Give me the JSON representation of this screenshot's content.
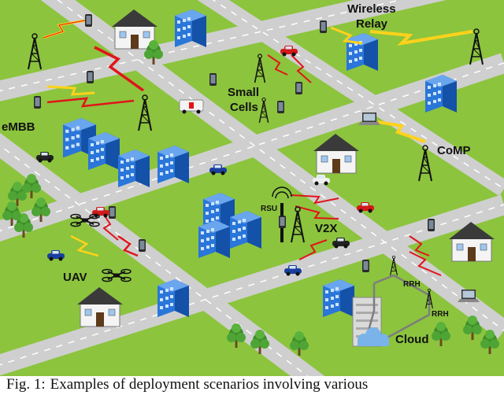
{
  "labels": {
    "embb": "eMBB",
    "wireless_relay_1": "Wireless",
    "wireless_relay_2": "Relay",
    "small_cells_1": "Small",
    "small_cells_2": "Cells",
    "comp": "CoMP",
    "rsu": "RSU",
    "v2x": "V2X",
    "uav": "UAV",
    "rrh_1": "RRH",
    "rrh_2": "RRH",
    "cloud": "Cloud"
  },
  "caption": {
    "fig": "Fig. 1:",
    "text": "Examples of deployment scenarios involving various"
  },
  "colors": {
    "grass": "#8cc43e",
    "road": "#cfcfcf",
    "road_line": "#ffffff",
    "building": "#1a63c6",
    "link_red": "#e1141a",
    "link_yellow": "#ffd21a",
    "wire": "#7d7d7d"
  },
  "icons": [
    "cell-tower-icon",
    "smartphone-icon",
    "laptop-icon",
    "car-icon",
    "ambulance-icon",
    "police-car-icon",
    "drone-icon",
    "house-icon",
    "tree-icon",
    "cloud-icon",
    "office-building-icon",
    "lightning-link-icon"
  ]
}
